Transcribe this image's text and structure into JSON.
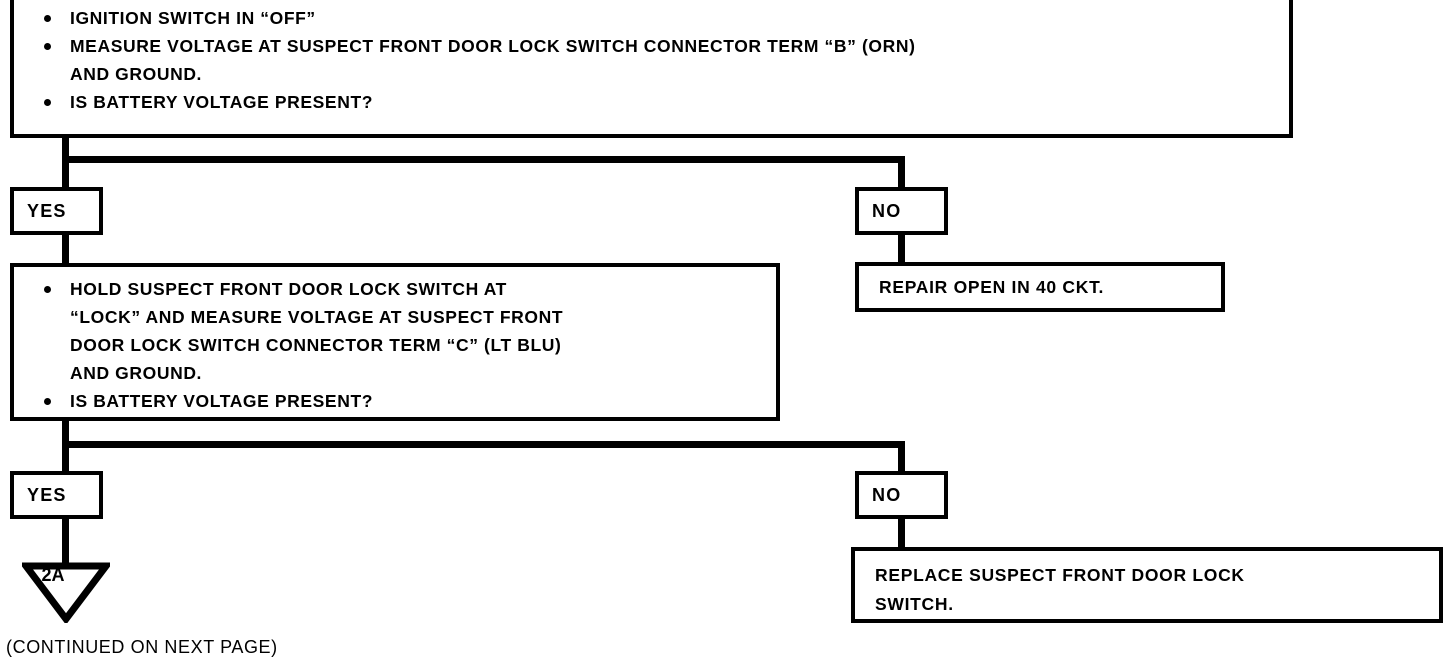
{
  "document": {
    "type": "automotive-diagnostic-flowchart",
    "footnote": "(CONTINUED ON NEXT PAGE)"
  },
  "colors": {
    "ink": "#000000",
    "paper": "#ffffff"
  },
  "steps": [
    {
      "id": "step-1",
      "bullets": [
        "IGNITION SWITCH IN “OFF”",
        "MEASURE VOLTAGE AT SUSPECT FRONT DOOR LOCK SWITCH CONNECTOR TERM “B” (ORN)\nAND GROUND.",
        "IS BATTERY VOLTAGE PRESENT?"
      ]
    },
    {
      "id": "step-2",
      "bullets": [
        "HOLD SUSPECT FRONT DOOR LOCK SWITCH AT\n“LOCK” AND MEASURE VOLTAGE AT SUSPECT FRONT\nDOOR LOCK SWITCH CONNECTOR TERM “C” (LT BLU)\nAND GROUND.",
        "IS BATTERY VOLTAGE PRESENT?"
      ]
    }
  ],
  "branches": {
    "yes_label": "YES",
    "no_label": "NO",
    "branch_1": {
      "yes": "YES",
      "no": "NO",
      "no_action": "REPAIR OPEN IN 40 CKT."
    },
    "branch_2": {
      "yes": "YES",
      "no": "NO",
      "no_action": "REPLACE SUSPECT FRONT DOOR LOCK\nSWITCH."
    }
  },
  "connectors": [
    {
      "id": "offpage-connector-2a",
      "shape": "down-triangle",
      "label": "2A"
    }
  ]
}
